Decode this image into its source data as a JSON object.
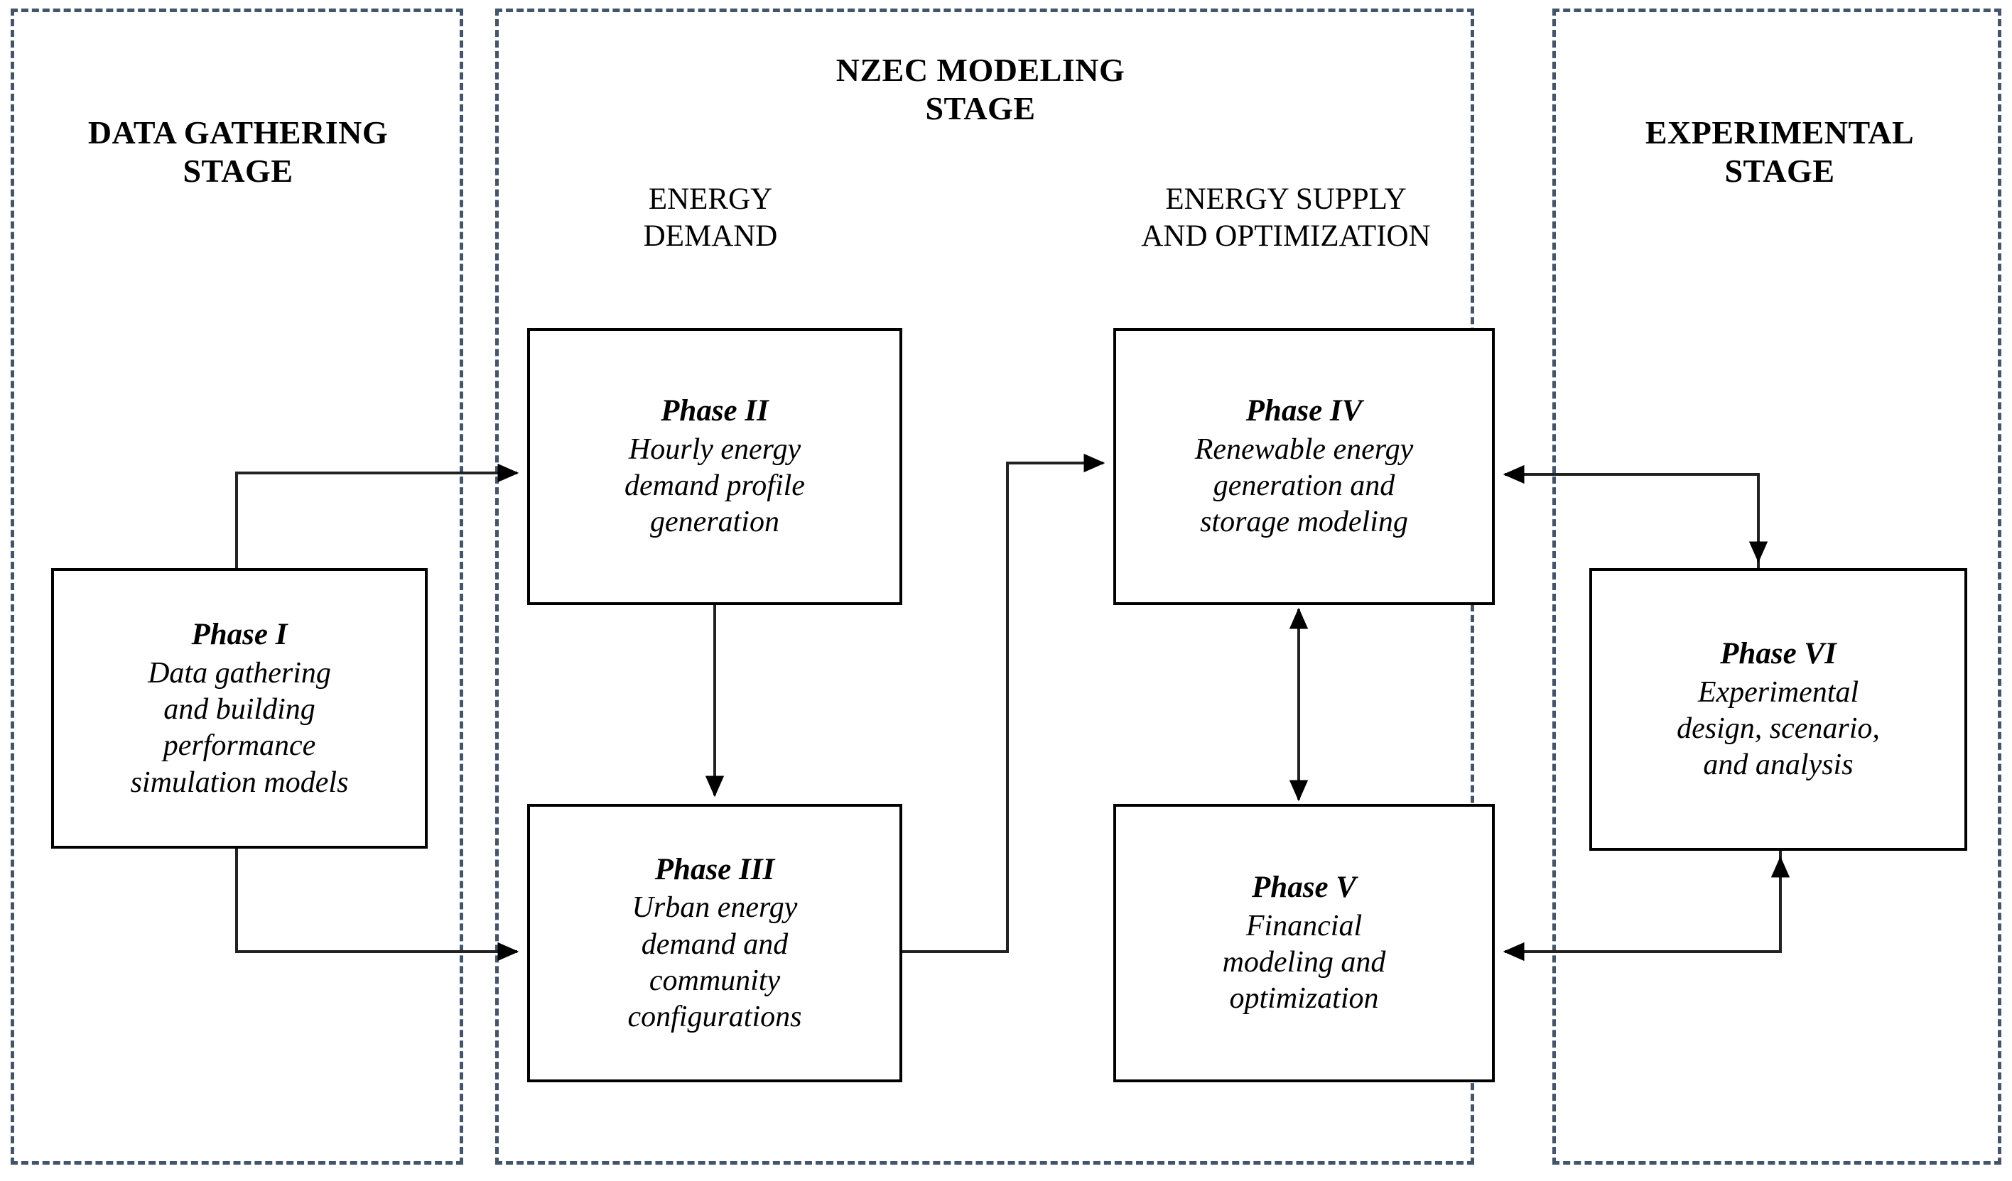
{
  "diagram": {
    "title": "NZEC modeling framework phases",
    "accent_dashed_border_color": "#44546A",
    "box_border_color": "#000000",
    "background_color": "#FFFFFF"
  },
  "stages": [
    {
      "id": "data-gathering",
      "title": "DATA GATHERING\nSTAGE",
      "title_line1": "DATA GATHERING",
      "title_line2": "STAGE"
    },
    {
      "id": "nzec-modeling",
      "title": "NZEC MODELING\nSTAGE",
      "title_line1": "NZEC MODELING",
      "title_line2": "STAGE"
    },
    {
      "id": "experimental",
      "title": "EXPERIMENTAL\nSTAGE",
      "title_line1": "EXPERIMENTAL",
      "title_line2": "STAGE"
    }
  ],
  "subheadings": [
    {
      "id": "energy-demand",
      "line1": "ENERGY",
      "line2": "DEMAND"
    },
    {
      "id": "energy-supply-and-optimization",
      "line1": "ENERGY  SUPPLY",
      "line2": "AND OPTIMIZATION"
    }
  ],
  "phases": [
    {
      "id": "phase-1",
      "heading": "Phase I",
      "body_lines": [
        "Data gathering",
        "and building",
        "performance",
        "simulation models"
      ],
      "body": "Data gathering and building performance simulation models",
      "stage": "data-gathering"
    },
    {
      "id": "phase-2",
      "heading": "Phase II",
      "body_lines": [
        "Hourly energy",
        "demand profile",
        "generation"
      ],
      "body": "Hourly energy demand profile generation",
      "stage": "nzec-modeling"
    },
    {
      "id": "phase-3",
      "heading": "Phase III",
      "body_lines": [
        "Urban energy",
        "demand and",
        "community",
        "configurations"
      ],
      "body": "Urban energy demand and community configurations",
      "stage": "nzec-modeling"
    },
    {
      "id": "phase-4",
      "heading": "Phase IV",
      "body_lines": [
        "Renewable energy",
        "generation and",
        "storage modeling"
      ],
      "body": "Renewable energy generation and storage modeling",
      "stage": "nzec-modeling"
    },
    {
      "id": "phase-5",
      "heading": "Phase V",
      "body_lines": [
        "Financial",
        "modeling and",
        "optimization"
      ],
      "body": "Financial modeling and optimization",
      "stage": "nzec-modeling"
    },
    {
      "id": "phase-6",
      "heading": "Phase VI",
      "body_lines": [
        "Experimental",
        "design, scenario,",
        "and analysis"
      ],
      "body": "Experimental design, scenario, and analysis",
      "stage": "experimental"
    }
  ],
  "connectors": [
    {
      "id": "p1-to-p2",
      "from": "phase-1",
      "to": "phase-2",
      "direction": "one-way"
    },
    {
      "id": "p1-to-p3",
      "from": "phase-1",
      "to": "phase-3",
      "direction": "one-way"
    },
    {
      "id": "p2-to-p3",
      "from": "phase-2",
      "to": "phase-3",
      "direction": "one-way"
    },
    {
      "id": "p3-to-p4",
      "from": "phase-3",
      "to": "phase-4",
      "direction": "one-way"
    },
    {
      "id": "p4-p5-bidirectional",
      "from": "phase-4",
      "to": "phase-5",
      "direction": "two-way"
    },
    {
      "id": "p4-to-p6",
      "from": "phase-4",
      "to": "phase-6",
      "direction": "two-way-elbow"
    },
    {
      "id": "p6-to-p5",
      "from": "phase-6",
      "to": "phase-5",
      "direction": "two-way-elbow"
    }
  ]
}
